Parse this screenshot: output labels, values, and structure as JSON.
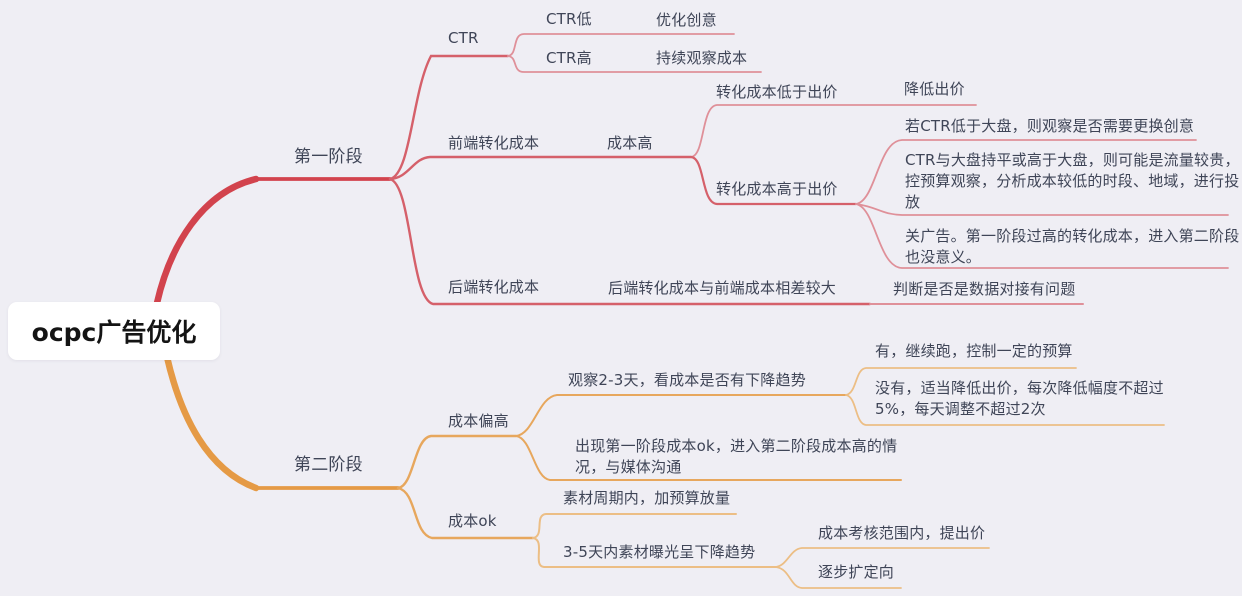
{
  "colors": {
    "background": "#efeef4",
    "phase1_branch": "#d2434d",
    "phase1_branch_mid": "#d5606a",
    "phase1_branch_light": "#df9099",
    "phase2_branch": "#e59a45",
    "phase2_branch_mid": "#e7a75d",
    "phase2_branch_light": "#ecbe85",
    "text": "#3f4557",
    "root_text": "#141414",
    "root_bg": "#ffffff"
  },
  "root": {
    "label": "ocpc广告优化"
  },
  "phase1": {
    "label": "第一阶段",
    "ctr": {
      "label": "CTR",
      "low": {
        "label": "CTR低",
        "action": {
          "label": "优化创意"
        }
      },
      "high": {
        "label": "CTR高",
        "action": {
          "label": "持续观察成本"
        }
      }
    },
    "front_cost": {
      "label": "前端转化成本",
      "cost_high": {
        "label": "成本高",
        "below_bid": {
          "label": "转化成本低于出价",
          "action": {
            "label": "降低出价"
          }
        },
        "above_bid": {
          "label": "转化成本高于出价",
          "actions": [
            {
              "label": "若CTR低于大盘，则观察是否需要更换创意"
            },
            {
              "label": "CTR与大盘持平或高于大盘，则可能是流量较贵，控预算观察，分析成本较低的时段、地域，进行投放"
            },
            {
              "label": "关广告。第一阶段过高的转化成本，进入第二阶段也没意义。"
            }
          ]
        }
      }
    },
    "back_cost": {
      "label": "后端转化成本",
      "diff": {
        "label": "后端转化成本与前端成本相差较大",
        "action": {
          "label": "判断是否是数据对接有问题"
        }
      }
    }
  },
  "phase2": {
    "label": "第二阶段",
    "cost_high": {
      "label": "成本偏高",
      "observe": {
        "label": "观察2-3天，看成本是否有下降趋势",
        "yes": {
          "label": "有，继续跑，控制一定的预算"
        },
        "no": {
          "label": "没有，适当降低出价，每次降低幅度不超过5%，每天调整不超过2次"
        }
      },
      "media": {
        "label": "出现第一阶段成本ok，进入第二阶段成本高的情况，与媒体沟通"
      }
    },
    "cost_ok": {
      "label": "成本ok",
      "material": {
        "label": "素材周期内，加预算放量"
      },
      "exposure": {
        "label": "3-5天内素材曝光呈下降趋势",
        "assess": {
          "label": "成本考核范围内，提出价"
        },
        "expand": {
          "label": "逐步扩定向"
        }
      }
    }
  }
}
